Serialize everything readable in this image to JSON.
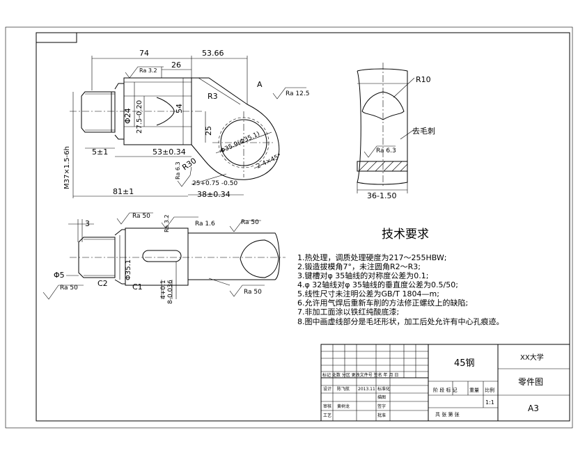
{
  "drawing": {
    "top_view_dims": {
      "d74": "74",
      "d5366": "53.66",
      "d26": "26",
      "r3": "R3",
      "a": "A",
      "d54": "54",
      "d25": "25",
      "phi24": "Φ24",
      "d275": "27.5-0.20",
      "m37": "M37×1.5-6h",
      "d5": "5±1",
      "d53": "53±0.34",
      "d81": "81±1",
      "d38": "38±0.34",
      "r30": "R30",
      "d25tol": "25+0.75 -0.50",
      "phi35": "Φ35.9(Φ35.1)",
      "ch": "2-4×45°",
      "phi5": "Φ5",
      "d3": "3",
      "c2": "C2",
      "c1": "C1",
      "phi351": "Φ35.1",
      "d8": "8-0.036",
      "d4": "4+0.1"
    },
    "roughness": [
      "Ra 3.2",
      "Ra 12.5",
      "Ra 6.3",
      "Ra 50",
      "Ra 3.2",
      "Ra 1.6",
      "Ra 50",
      "Ra 50",
      "Ra 50",
      "Ra 6.3"
    ],
    "section_labels": {
      "r10": "R10",
      "deburr": "去毛刺",
      "d36": "36-1.50"
    }
  },
  "tech": {
    "title": "技术要求",
    "items": [
      "1.热处理，调质处理硬度为217～255HBW;",
      "2.锻造拔模角7°，未注圆角R2～R3;",
      "3.键槽对φ 35轴线的对称度公差为0.1;",
      "4.φ 32轴线对φ 35轴线的垂直度公差为0.5/50;",
      "5.线性尺寸未注明公差为GB/T 1804—m;",
      "6.允许用气焊后重新车削的方法修正螺纹上的缺陷;",
      "7.非加工面涂以铁红纯酸底漆;",
      "8.图中画虚线部分是毛坯形状，加工后处允许有中心孔痕迹。"
    ]
  },
  "title_block": {
    "material": "45钢",
    "school": "XX大学",
    "part_name": "零件图",
    "size": "A3",
    "scale": "1:1",
    "row_marks": "标记 处数 分区 更改文件号 签名 年 月 日",
    "designer_label": "设计",
    "designer": "陈飞航",
    "date": "2013.11",
    "std_label": "标准化",
    "check_label": "审核",
    "checker": "黄树龙",
    "craft_label": "工艺",
    "approve_label": "批准",
    "sign_label": "签字",
    "stage_label": "阶 段 标 记",
    "weight_label": "重量",
    "ratio_label": "比例",
    "sheets": "共 张 第 张",
    "shade_label": "描图"
  }
}
